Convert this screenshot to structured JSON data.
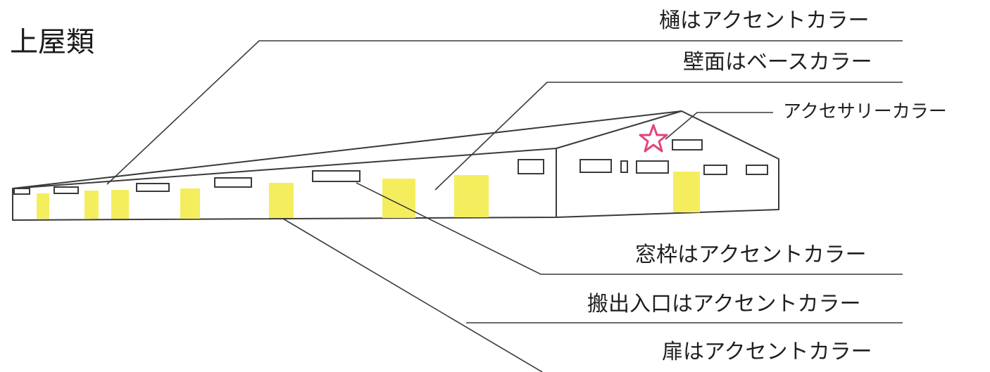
{
  "title": "上屋類",
  "labels": {
    "gutter": "樋はアクセントカラー",
    "wall": "壁面はベースカラー",
    "accessory": "アクセサリーカラー",
    "window_frame": "窓枠はアクセントカラー",
    "entrance": "搬出入口はアクセントカラー",
    "door": "扉はアクセントカラー"
  },
  "colors": {
    "line": "#3a3a3a",
    "accent_yellow": "#f4ee5e",
    "accessory_pink": "#e0457f",
    "text": "#1f1f1f"
  }
}
